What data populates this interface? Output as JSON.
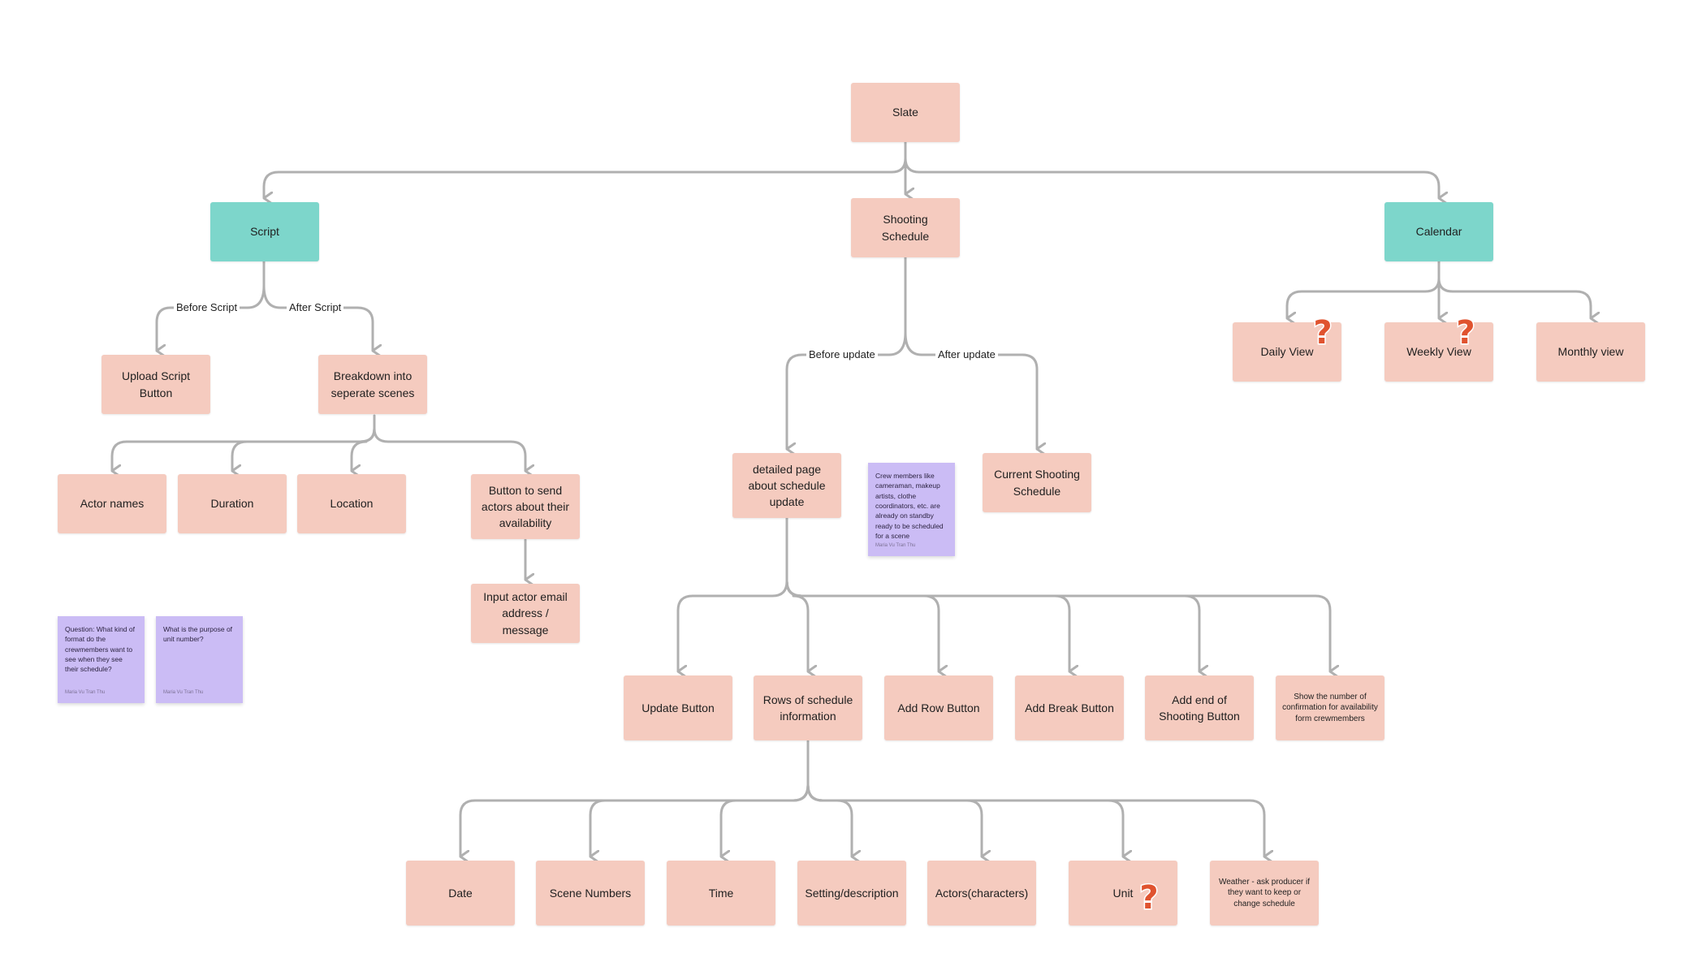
{
  "colors": {
    "node": "#f5cbbf",
    "accent_node": "#7dd6cb",
    "sticky": "#cbbcf5",
    "connector": "#b0b0b0",
    "question_badge": "#e0532f"
  },
  "nodes": {
    "slate": "Slate",
    "script": "Script",
    "shooting_schedule": "Shooting Schedule",
    "calendar": "Calendar",
    "upload_script": "Upload Script Button",
    "breakdown": "Breakdown into seperate scenes",
    "actor_names": "Actor names",
    "duration": "Duration",
    "location": "Location",
    "button_send": "Button to send actors about their availability",
    "input_email": "Input actor email address / message",
    "detailed_page": "detailed page about schedule update",
    "current_schedule": "Current Shooting Schedule",
    "daily_view": "Daily View",
    "weekly_view": "Weekly View",
    "monthly_view": "Monthly view",
    "update_button": "Update Button",
    "rows_info": "Rows of schedule information",
    "add_row": "Add Row Button",
    "add_break": "Add Break Button",
    "add_end": "Add end of Shooting Button",
    "show_confirmation": "Show the number of confirmation for availability form crewmembers",
    "date": "Date",
    "scene_numbers": "Scene Numbers",
    "time": "Time",
    "setting": "Setting/description",
    "actors": "Actors(characters)",
    "unit": "Unit",
    "weather": "Weather - ask producer if they want to keep or change schedule"
  },
  "edge_labels": {
    "before_script": "Before Script",
    "after_script": "After Script",
    "before_update": "Before update",
    "after_update": "After update"
  },
  "stickies": [
    {
      "text": "Crew members like cameraman, makeup artists, clothe coordinators, etc. are already on standby ready to be scheduled for a scene",
      "author": "Maria Vu Tran Thu"
    },
    {
      "text": "Question: What kind of format do the crewmembers want to see when they see their schedule?",
      "author": "Maria Vu Tran Thu"
    },
    {
      "text": "What is the purpose of unit number?",
      "author": "Maria Vu Tran Thu"
    }
  ],
  "question_badges": [
    {
      "icon": "question-mark-icon",
      "glyph": "?"
    },
    {
      "icon": "question-mark-icon",
      "glyph": "?"
    },
    {
      "icon": "question-mark-icon",
      "glyph": "?"
    }
  ]
}
